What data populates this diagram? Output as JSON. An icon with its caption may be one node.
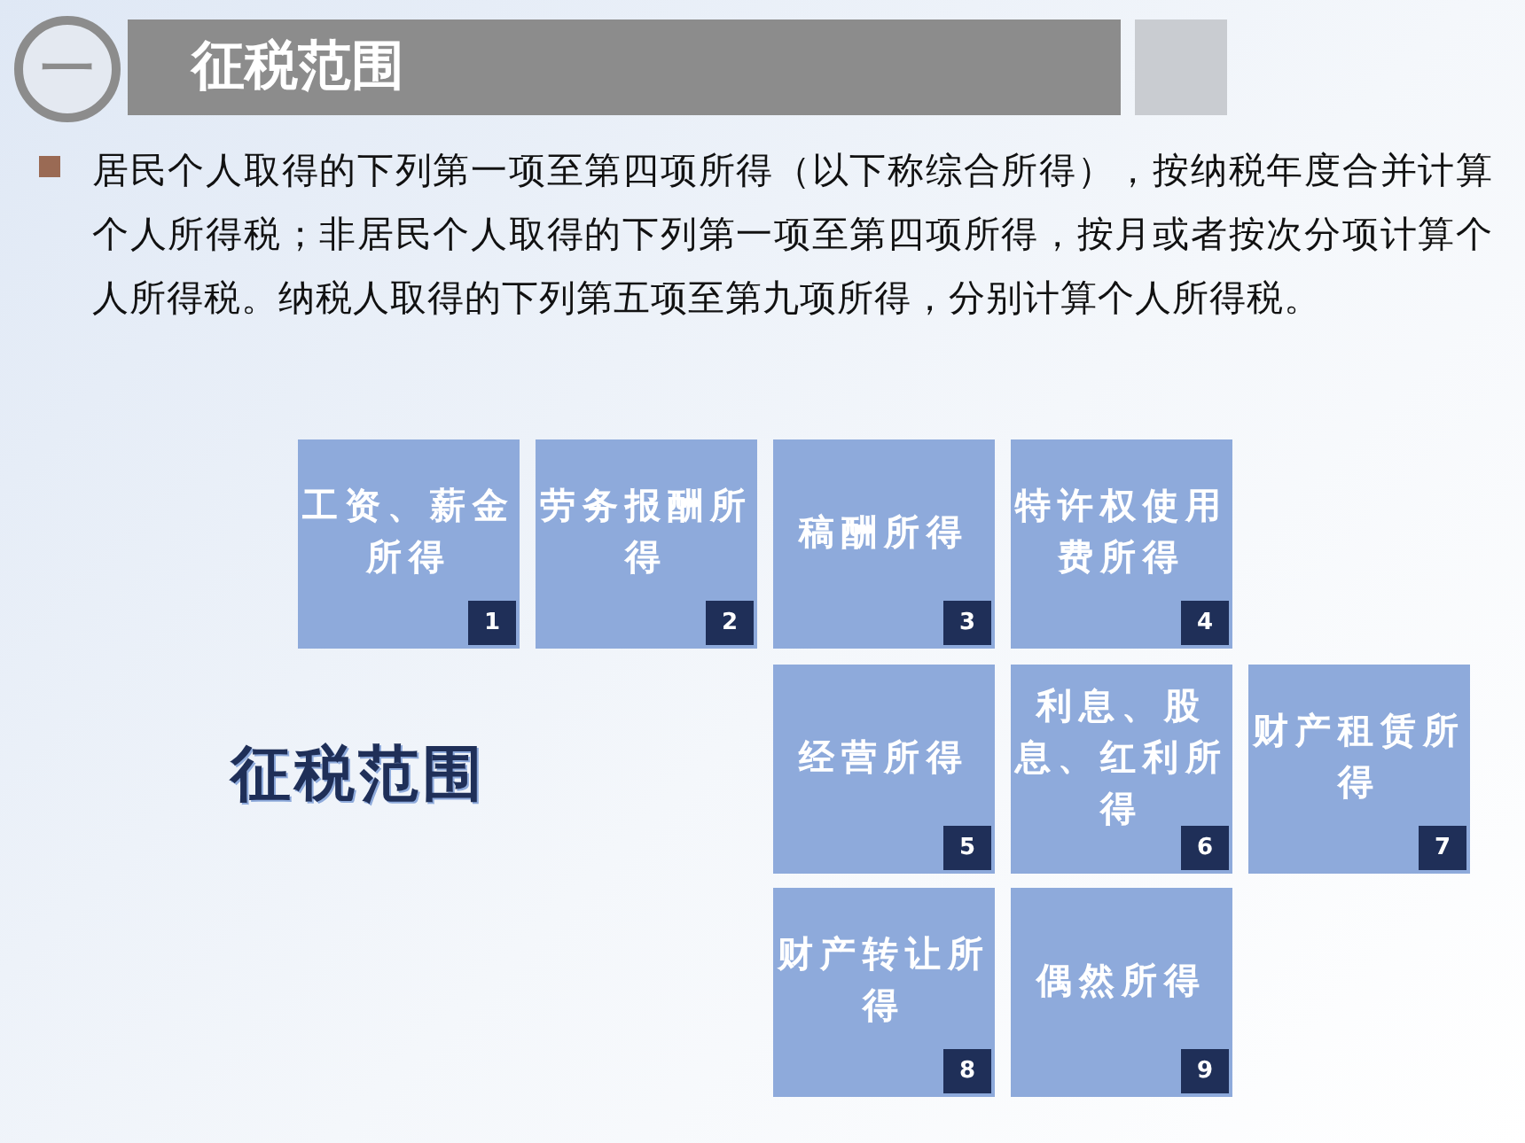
{
  "diagram": {
    "title": "征税范围",
    "nodes": [
      {
        "text": [
          "一"
        ]
      },
      {
        "text": [
          "工资、薪金所得",
          "1"
        ]
      },
      {
        "text": [
          "劳务报酬所得",
          "2"
        ]
      },
      {
        "text": [
          "稿酬所得",
          "3"
        ]
      },
      {
        "text": [
          "特许权使用费所得",
          "4"
        ]
      },
      {
        "text": [
          "经营所得",
          "5"
        ]
      },
      {
        "text": [
          "利息、股息、红利所得",
          "6"
        ]
      },
      {
        "text": [
          "财产租赁所得",
          "7"
        ]
      },
      {
        "text": [
          "财产转让所得",
          "8"
        ]
      },
      {
        "text": [
          "偶然所得",
          "9"
        ]
      }
    ],
    "labels": [
      "居民个人取得的下列第一项至第四项所得（以下称综合所得），按纳税年度合并计算个人所得税；非居民个人取得的下列第一项至第四项所得，按月或者按次分项计算个人所得税。纳税人取得的下列第五项至第九项所得，分别计算个人所得税。",
      "征税范围"
    ]
  }
}
